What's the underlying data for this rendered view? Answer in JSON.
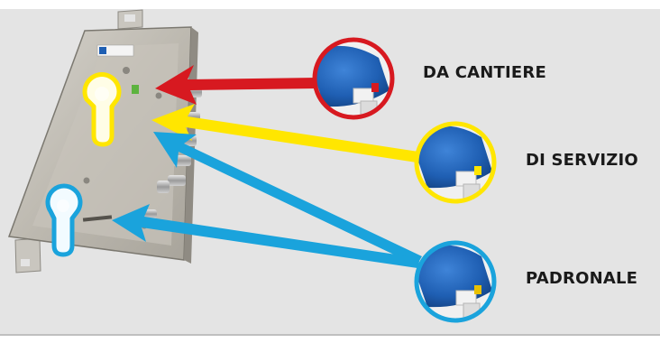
{
  "labels": {
    "cantiere": "DA CANTIERE",
    "servizio": "DI SERVIZIO",
    "padronale": "PADRONALE"
  },
  "colors": {
    "cantiere": "#d71920",
    "servizio": "#ffe600",
    "padronale": "#1aa3dc",
    "background": "#e4e4e4"
  },
  "icons": {
    "lock": "lock-body-illustration",
    "key": "blue-key-head",
    "cylinder": "keyhole-cylinder"
  }
}
